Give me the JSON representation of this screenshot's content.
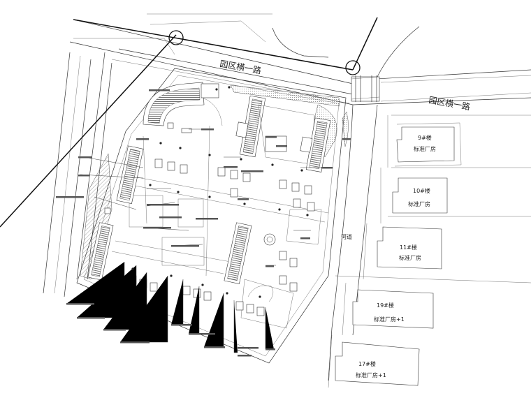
{
  "road_labels": [
    {
      "id": "road-top",
      "text": "园区横一路"
    },
    {
      "id": "road-right",
      "text": "园区横一路"
    }
  ],
  "river_label": "河道",
  "buildings": [
    {
      "id": "b9",
      "number": "9#楼",
      "name": "标准厂房"
    },
    {
      "id": "b10",
      "number": "10#楼",
      "name": "标准厂房"
    },
    {
      "id": "b11",
      "number": "11#楼",
      "name": "标准厂房"
    },
    {
      "id": "b19",
      "number": "19#楼",
      "name": "标准厂房+1"
    },
    {
      "id": "b17",
      "number": "17#楼",
      "name": "标准厂房+1"
    }
  ],
  "colors": {
    "ink": "#222222",
    "paper": "#ffffff"
  }
}
